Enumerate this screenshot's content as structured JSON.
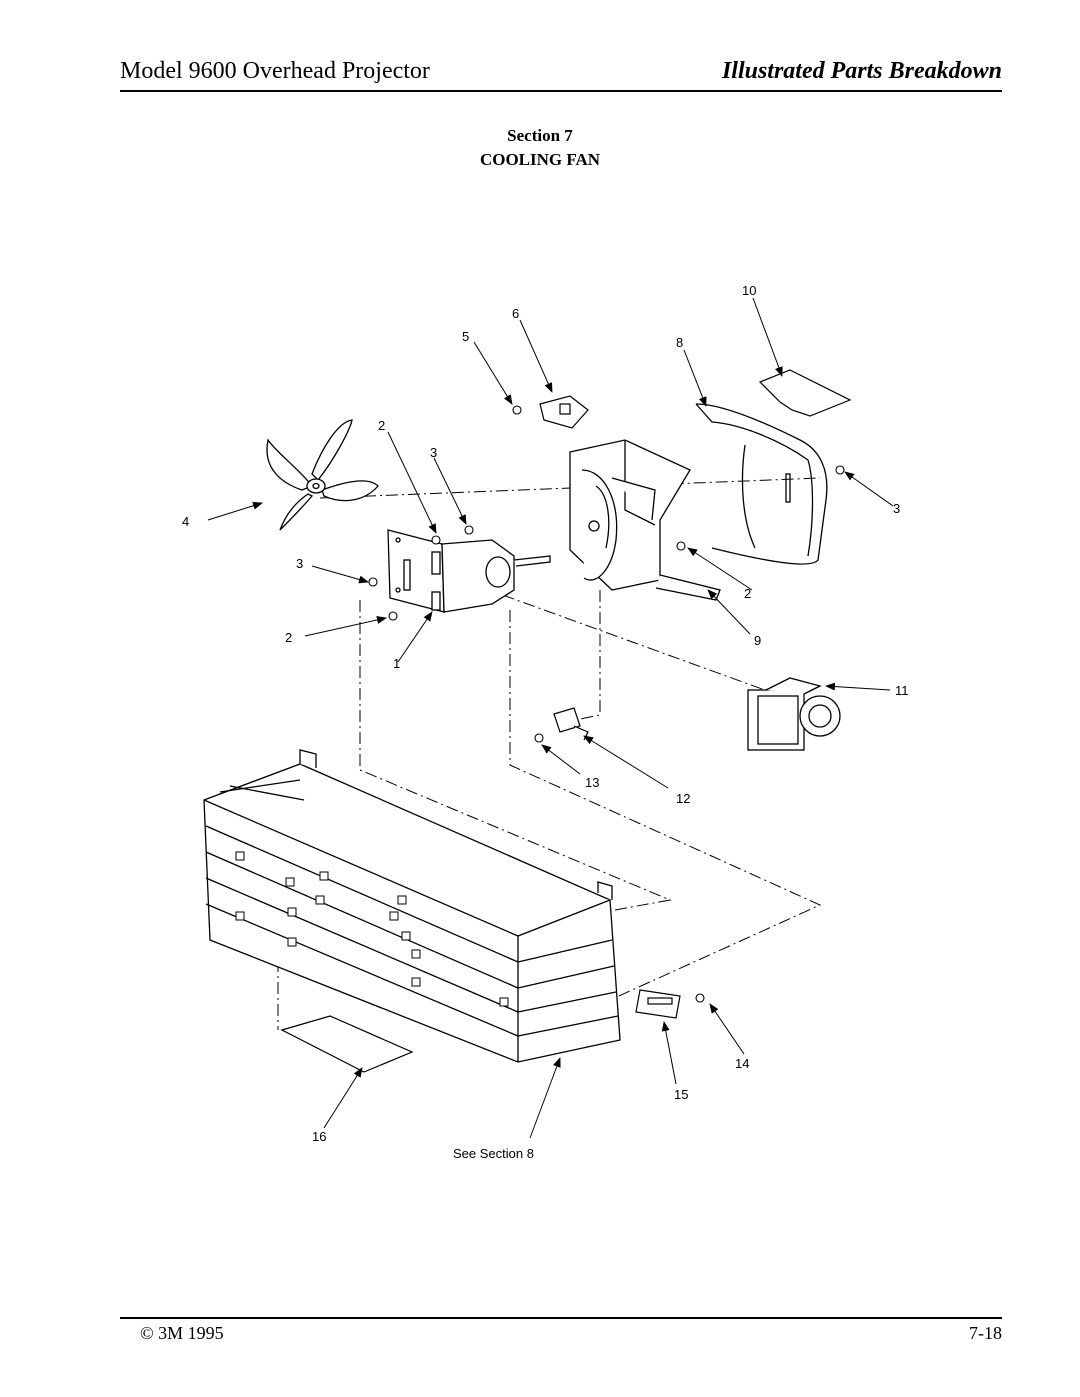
{
  "header": {
    "doc_title": "Model 9600 Overhead Projector",
    "doc_section": "Illustrated Parts Breakdown"
  },
  "section": {
    "number_label": "Section 7",
    "name": "COOLING FAN"
  },
  "callouts": {
    "c1": "1",
    "c2a": "2",
    "c2b": "2",
    "c2c": "2",
    "c3a": "3",
    "c3b": "3",
    "c3c": "3",
    "c4": "4",
    "c5": "5",
    "c6": "6",
    "c8": "8",
    "c9": "9",
    "c10": "10",
    "c11": "11",
    "c12": "12",
    "c13": "13",
    "c14": "14",
    "c15": "15",
    "c16": "16",
    "see_section": "See Section 8"
  },
  "footer": {
    "copyright": "© 3M 1995",
    "page_number": "7-18"
  }
}
